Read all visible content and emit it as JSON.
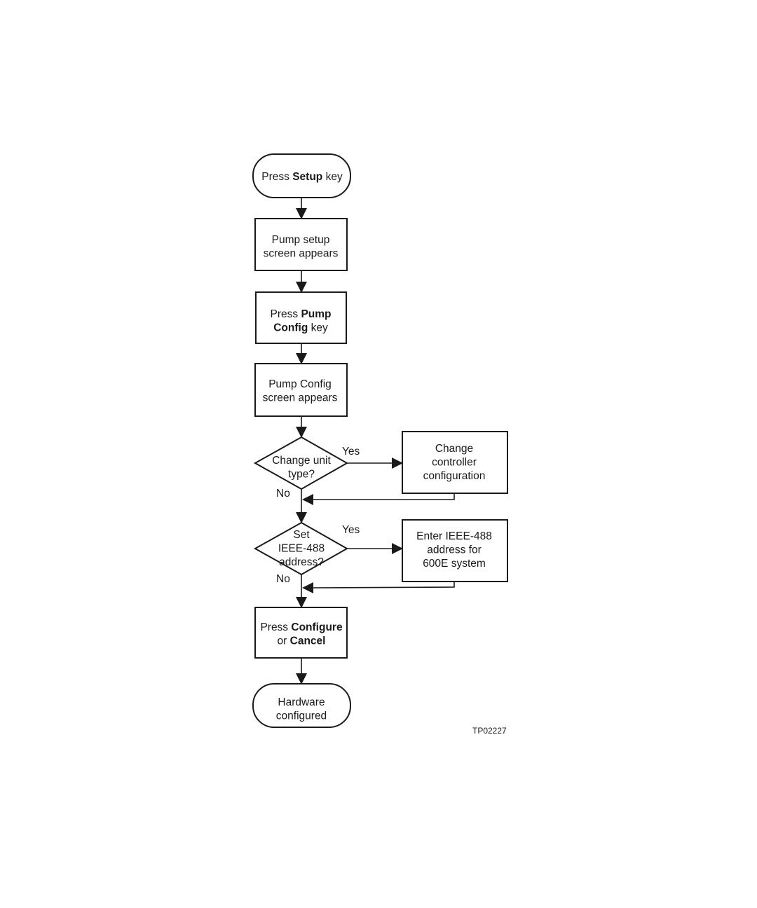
{
  "flowchart": {
    "nodes": {
      "start": {
        "kind": "terminator",
        "lines": [
          [
            {
              "text": "Press "
            },
            {
              "text": "Setup",
              "bold": true
            },
            {
              "text": " key"
            }
          ]
        ]
      },
      "pump_setup_screen": {
        "kind": "process",
        "lines": [
          [
            {
              "text": "Pump setup"
            }
          ],
          [
            {
              "text": "screen appears"
            }
          ]
        ]
      },
      "press_pump_config": {
        "kind": "process",
        "lines": [
          [
            {
              "text": "Press "
            },
            {
              "text": "Pump",
              "bold": true
            }
          ],
          [
            {
              "text": "Config",
              "bold": true
            },
            {
              "text": " key"
            }
          ]
        ]
      },
      "pump_config_screen": {
        "kind": "process",
        "lines": [
          [
            {
              "text": "Pump Config"
            }
          ],
          [
            {
              "text": "screen appears"
            }
          ]
        ]
      },
      "change_unit_type": {
        "kind": "decision",
        "lines": [
          [
            {
              "text": "Change unit"
            }
          ],
          [
            {
              "text": "type?"
            }
          ]
        ]
      },
      "change_controller_config": {
        "kind": "process",
        "lines": [
          [
            {
              "text": "Change"
            }
          ],
          [
            {
              "text": "controller"
            }
          ],
          [
            {
              "text": "configuration"
            }
          ]
        ]
      },
      "set_ieee_address": {
        "kind": "decision",
        "lines": [
          [
            {
              "text": "Set"
            }
          ],
          [
            {
              "text": "IEEE-488"
            }
          ],
          [
            {
              "text": "address?"
            }
          ]
        ]
      },
      "enter_ieee_address": {
        "kind": "process",
        "lines": [
          [
            {
              "text": "Enter IEEE-488"
            }
          ],
          [
            {
              "text": "address for"
            }
          ],
          [
            {
              "text": "600E system"
            }
          ]
        ]
      },
      "press_configure_cancel": {
        "kind": "process",
        "lines": [
          [
            {
              "text": "Press "
            },
            {
              "text": "Configure",
              "bold": true
            }
          ],
          [
            {
              "text": "or "
            },
            {
              "text": "Cancel",
              "bold": true
            }
          ]
        ]
      },
      "end": {
        "kind": "terminator",
        "lines": [
          [
            {
              "text": "Hardware"
            }
          ],
          [
            {
              "text": "configured"
            }
          ]
        ]
      }
    },
    "edge_labels": {
      "unit_type_yes": "Yes",
      "unit_type_no": "No",
      "ieee_yes": "Yes",
      "ieee_no": "No"
    },
    "figure_id": "TP02227"
  }
}
